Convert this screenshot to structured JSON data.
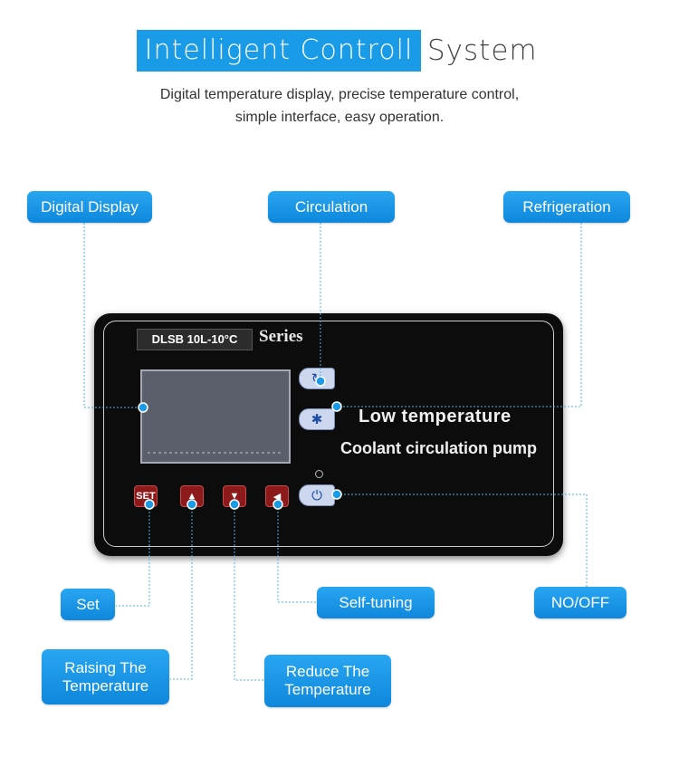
{
  "header": {
    "title_highlight": "Intelligent Controll",
    "title_rest": "System",
    "subtitle_line1": "Digital temperature display, precise temperature control,",
    "subtitle_line2": "simple interface, easy operation."
  },
  "callouts": {
    "digital_display": "Digital Display",
    "circulation": "Circulation",
    "refrigeration": "Refrigeration",
    "set": "Set",
    "self_tuning": "Self-tuning",
    "no_off": "NO/OFF",
    "raising_line1": "Raising The",
    "raising_line2": "Temperature",
    "reduce_line1": "Reduce The",
    "reduce_line2": "Temperature"
  },
  "panel": {
    "model": "DLSB 10L-10°C",
    "series": "Series",
    "line1": "Low temperature",
    "line2": "Coolant circulation pump",
    "set_label": "SET",
    "up_glyph": "▲",
    "down_glyph": "▼",
    "left_glyph": "◀",
    "circulation_glyph": "↻",
    "refrigeration_glyph": "✱",
    "power_glyph": "⏻"
  },
  "colors": {
    "accent": "#1a9be8",
    "panel": "#0c0c0c",
    "button_red": "#8d1a1a",
    "button_blue": "#cdd8ee"
  }
}
